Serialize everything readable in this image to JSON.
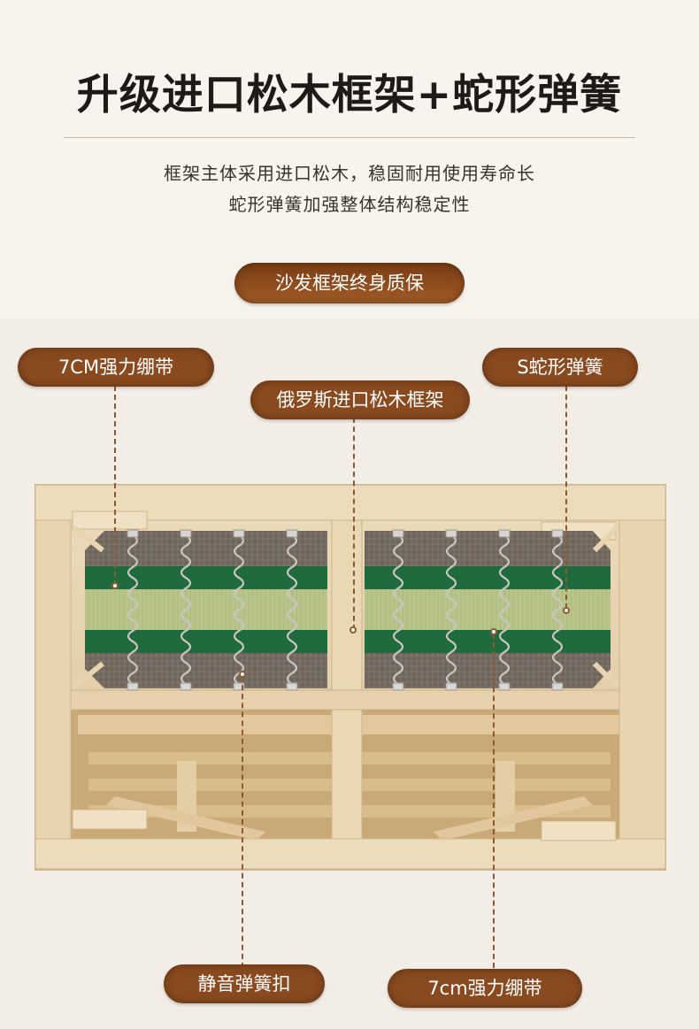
{
  "header": {
    "title": "升级进口松木框架+蛇形弹簧",
    "desc_line1": "框架主体采用进口松木，稳固耐用使用寿命长",
    "desc_line2": "蛇形弹簧加强整体结构稳定性",
    "badge": "沙发框架终身质保"
  },
  "callouts": {
    "strap_top": "7CM强力绷带",
    "spring_top": "S蛇形弹簧",
    "frame_top": "俄罗斯进口松木框架",
    "buckle_bottom": "静音弹簧扣",
    "strap_bottom": "7cm强力绷带"
  },
  "colors": {
    "accent_brown": "#8a4a1f",
    "strap_green": "#1f6b3e",
    "pine_wood": "#e6d2ad"
  }
}
